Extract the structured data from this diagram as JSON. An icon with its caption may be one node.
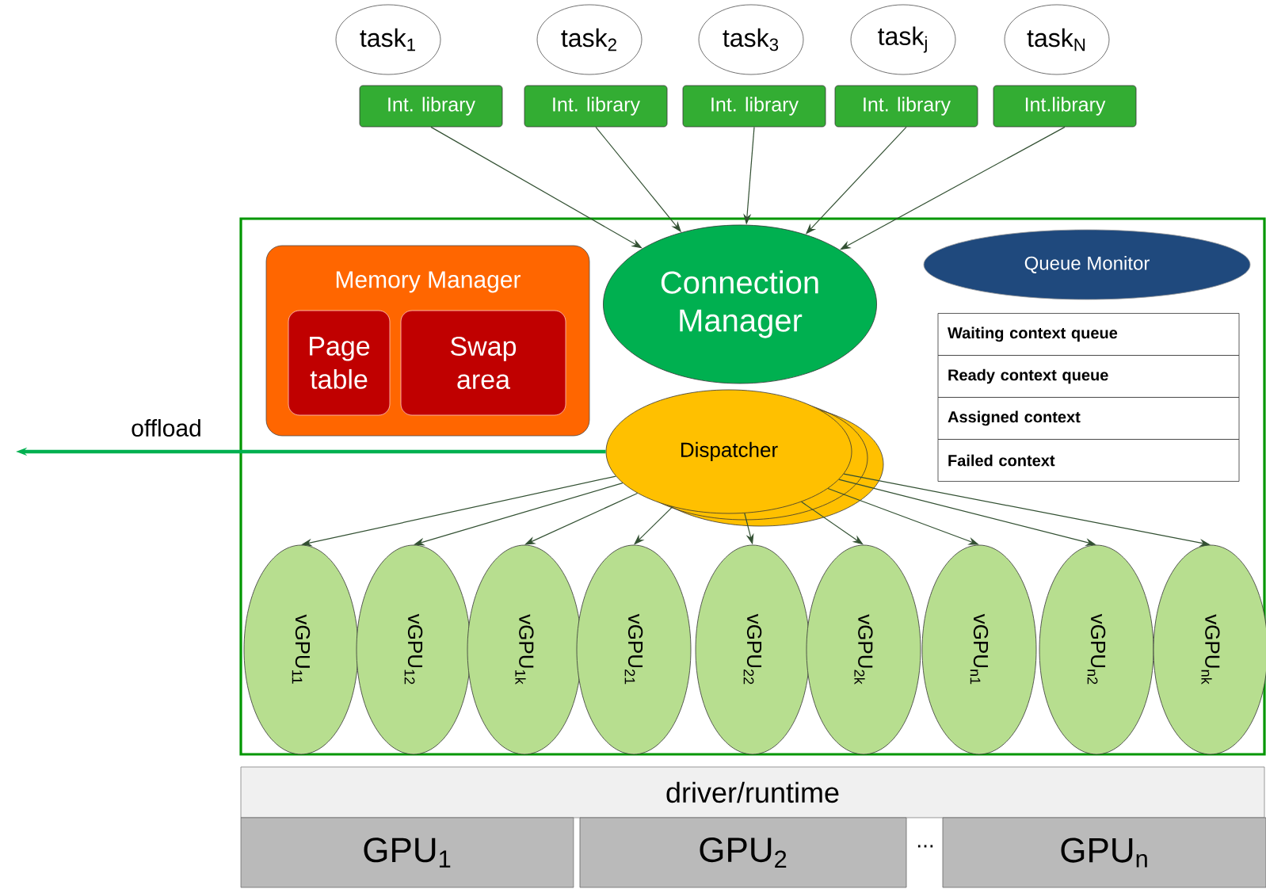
{
  "diagram": {
    "nodes": [
      {
        "text": [
          "task$_{1}$"
        ]
      },
      {
        "text": [
          "task$_{2}$"
        ]
      },
      {
        "text": [
          "task$_{3}$"
        ]
      },
      {
        "text": [
          "task$_{j}$"
        ]
      },
      {
        "text": [
          "task$_{N}$"
        ]
      },
      {
        "text": [
          "Int. library"
        ]
      },
      {
        "text": [
          "Int. library"
        ]
      },
      {
        "text": [
          "Int. library"
        ]
      },
      {
        "text": [
          "Int. library"
        ]
      },
      {
        "text": [
          "Int.library"
        ]
      },
      {
        "text": [],
        "shape": "box"
      },
      {
        "text": [
          "Memory Manager"
        ],
        "in": 10
      },
      {
        "text": [
          "Page table"
        ],
        "in": 11
      },
      {
        "text": [
          "Swap area"
        ],
        "in": 11
      },
      {
        "text": [
          "Connection Manager"
        ],
        "in": 10
      },
      {
        "text": [
          "Queue Monitor"
        ],
        "in": 10
      },
      {
        "text": [
          "Waiting context queue"
        ],
        "in": 10
      },
      {
        "text": [
          "Ready context queue"
        ],
        "in": 10
      },
      {
        "text": [
          "Assigned context"
        ],
        "in": 10
      },
      {
        "text": [
          "Failed context"
        ],
        "in": 10
      },
      {
        "text": [
          "Dispatcher"
        ],
        "in": 10
      },
      {
        "text": [
          "vGPU$_{11}$"
        ],
        "in": 10
      },
      {
        "text": [
          "vGPU$_{12}$"
        ],
        "in": 10
      },
      {
        "text": [
          "vGPU$_{1k}$"
        ],
        "in": 10
      },
      {
        "text": [
          "vGPU$_{21}$"
        ],
        "in": 10
      },
      {
        "text": [
          "vGPU$_{22}$"
        ],
        "in": 10
      },
      {
        "text": [
          "vGPU$_{2k}$"
        ],
        "in": 10
      },
      {
        "text": [
          "vGPU$_{n1}$"
        ],
        "in": 10
      },
      {
        "text": [
          "vGPU$_{n2}$"
        ],
        "in": 10
      },
      {
        "text": [
          "vGPU$_{nk}$"
        ],
        "in": 10
      },
      {
        "text": [
          "driver/runtime"
        ]
      },
      {
        "text": [
          "GPU$_{1}$"
        ]
      },
      {
        "text": [
          "GPU$_{2}$"
        ]
      },
      {
        "text": [
          "GPU$_{n}$"
        ]
      }
    ],
    "edges": [
      {
        "from": 5,
        "to": 14,
        "arrow": "to"
      },
      {
        "from": 6,
        "to": 14,
        "arrow": "to"
      },
      {
        "from": 7,
        "to": 14,
        "arrow": "to"
      },
      {
        "from": 8,
        "to": 14,
        "arrow": "to"
      },
      {
        "from": 9,
        "to": 14,
        "arrow": "to"
      },
      {
        "from": 20,
        "to": 21,
        "arrow": "to"
      },
      {
        "from": 20,
        "to": 22,
        "arrow": "to"
      },
      {
        "from": 20,
        "to": 23,
        "arrow": "to"
      },
      {
        "from": 20,
        "to": 24,
        "arrow": "to"
      },
      {
        "from": 20,
        "to": 25,
        "arrow": "to"
      },
      {
        "from": 20,
        "to": 26,
        "arrow": "to"
      },
      {
        "from": 20,
        "to": 27,
        "arrow": "to"
      },
      {
        "from": 20,
        "to": 28,
        "arrow": "to"
      },
      {
        "from": 20,
        "to": 29,
        "arrow": "to"
      },
      {
        "from": 20,
        "to": null,
        "arrow": "to",
        "label": "offload",
        "style": "thick",
        "color": "#00b050"
      }
    ],
    "labels": [
      "..."
    ]
  }
}
